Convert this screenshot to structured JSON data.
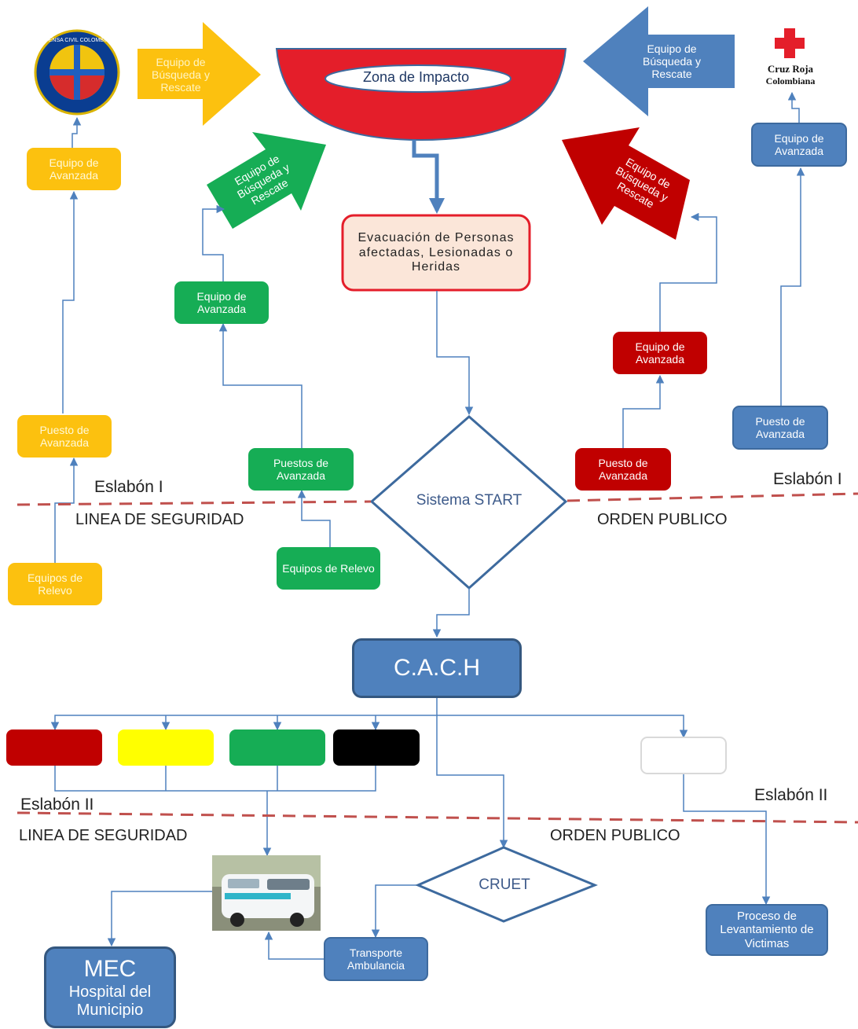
{
  "colors": {
    "yellow": "#fcc10f",
    "green": "#16ad55",
    "dark_red": "#c00000",
    "blue": "#4f81bd",
    "dashed_line": "#c0504d",
    "connector": "#4f81bd",
    "triage_red": "#c00000",
    "triage_yellow": "#ffff00",
    "triage_green": "#16ad55",
    "triage_black": "#000000",
    "triage_white": "#ffffff"
  },
  "top": {
    "impact_zone": "Zona de Impacto",
    "yellow_arrow": "Equipo de Búsqueda y Rescate",
    "blue_arrow": "Equipo de Búsqueda y Rescate",
    "green_arrow": "Equipo de Búsqueda y Rescate",
    "red_arrow": "Equipo de Búsqueda y Rescate",
    "evacuation": "Evacuación de Personas afectadas, Lesionadas o Heridas"
  },
  "logos": {
    "defensa_civil_ring": "DEFENSA CIVIL COLOMBIANA",
    "cruz_roja_line1": "Cruz Roja",
    "cruz_roja_line2": "Colombiana"
  },
  "yellow_column": {
    "advance_team": "Equipo de Avanzada",
    "advance_post": "Puesto de Avanzada",
    "relief_teams": "Equipos de Relevo"
  },
  "green_column": {
    "advance_team": "Equipo de Avanzada",
    "advance_posts": "Puestos de Avanzada",
    "relief_teams": "Equipos de Relevo"
  },
  "red_column": {
    "advance_team": "Equipo de Avanzada",
    "advance_post": "Puesto de Avanzada"
  },
  "blue_column": {
    "advance_team": "Equipo de Avanzada",
    "advance_post": "Puesto de Avanzada"
  },
  "link1": {
    "left_label": "Eslabón I",
    "right_label": "Eslabón I",
    "security_line": "LINEA DE SEGURIDAD",
    "public_order": "ORDEN PUBLICO"
  },
  "start": "Sistema START",
  "cach": "C.A.C.H",
  "link2": {
    "left_label": "Eslabón II",
    "right_label": "Eslabón II",
    "security_line": "LINEA DE SEGURIDAD",
    "public_order": "ORDEN PUBLICO"
  },
  "cruet": "CRUET",
  "transport": "Transporte Ambulancia",
  "victims": "Proceso de Levantamiento de Victimas",
  "mec": {
    "title": "MEC",
    "subtitle": "Hospital del Municipio"
  }
}
